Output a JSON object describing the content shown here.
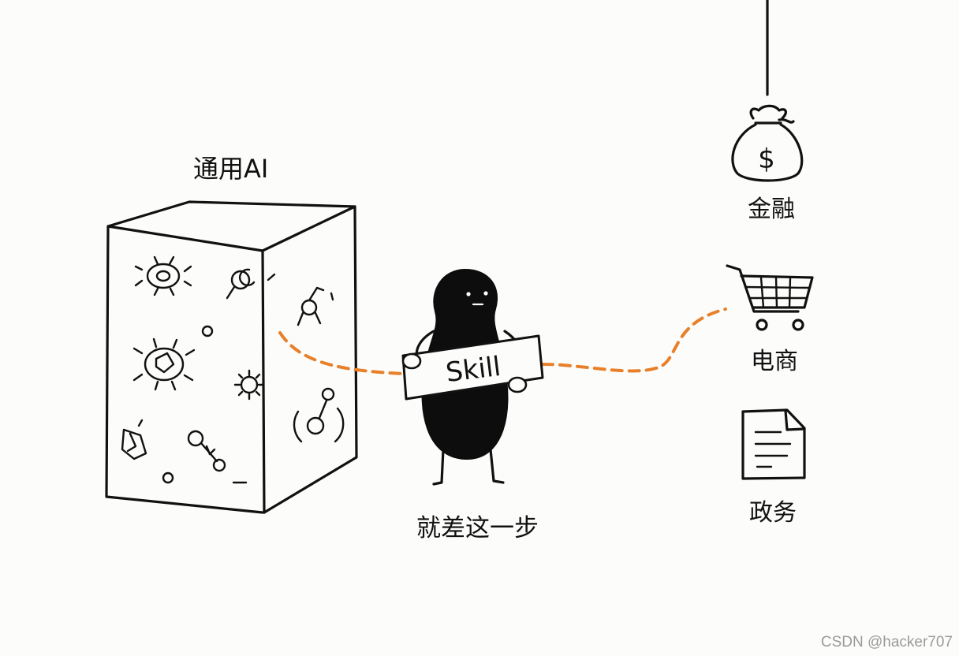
{
  "box": {
    "title": "通用AI"
  },
  "character": {
    "sign_text": "Skill"
  },
  "caption": {
    "text": "就差这一步",
    "color": "#d1262a"
  },
  "domains": [
    {
      "label": "金融",
      "icon": "money-bag-icon"
    },
    {
      "label": "电商",
      "icon": "shopping-cart-icon"
    },
    {
      "label": "政务",
      "icon": "document-icon"
    }
  ],
  "money_symbol": "$",
  "path_color": "#e8802a",
  "watermark": "CSDN @hacker707"
}
